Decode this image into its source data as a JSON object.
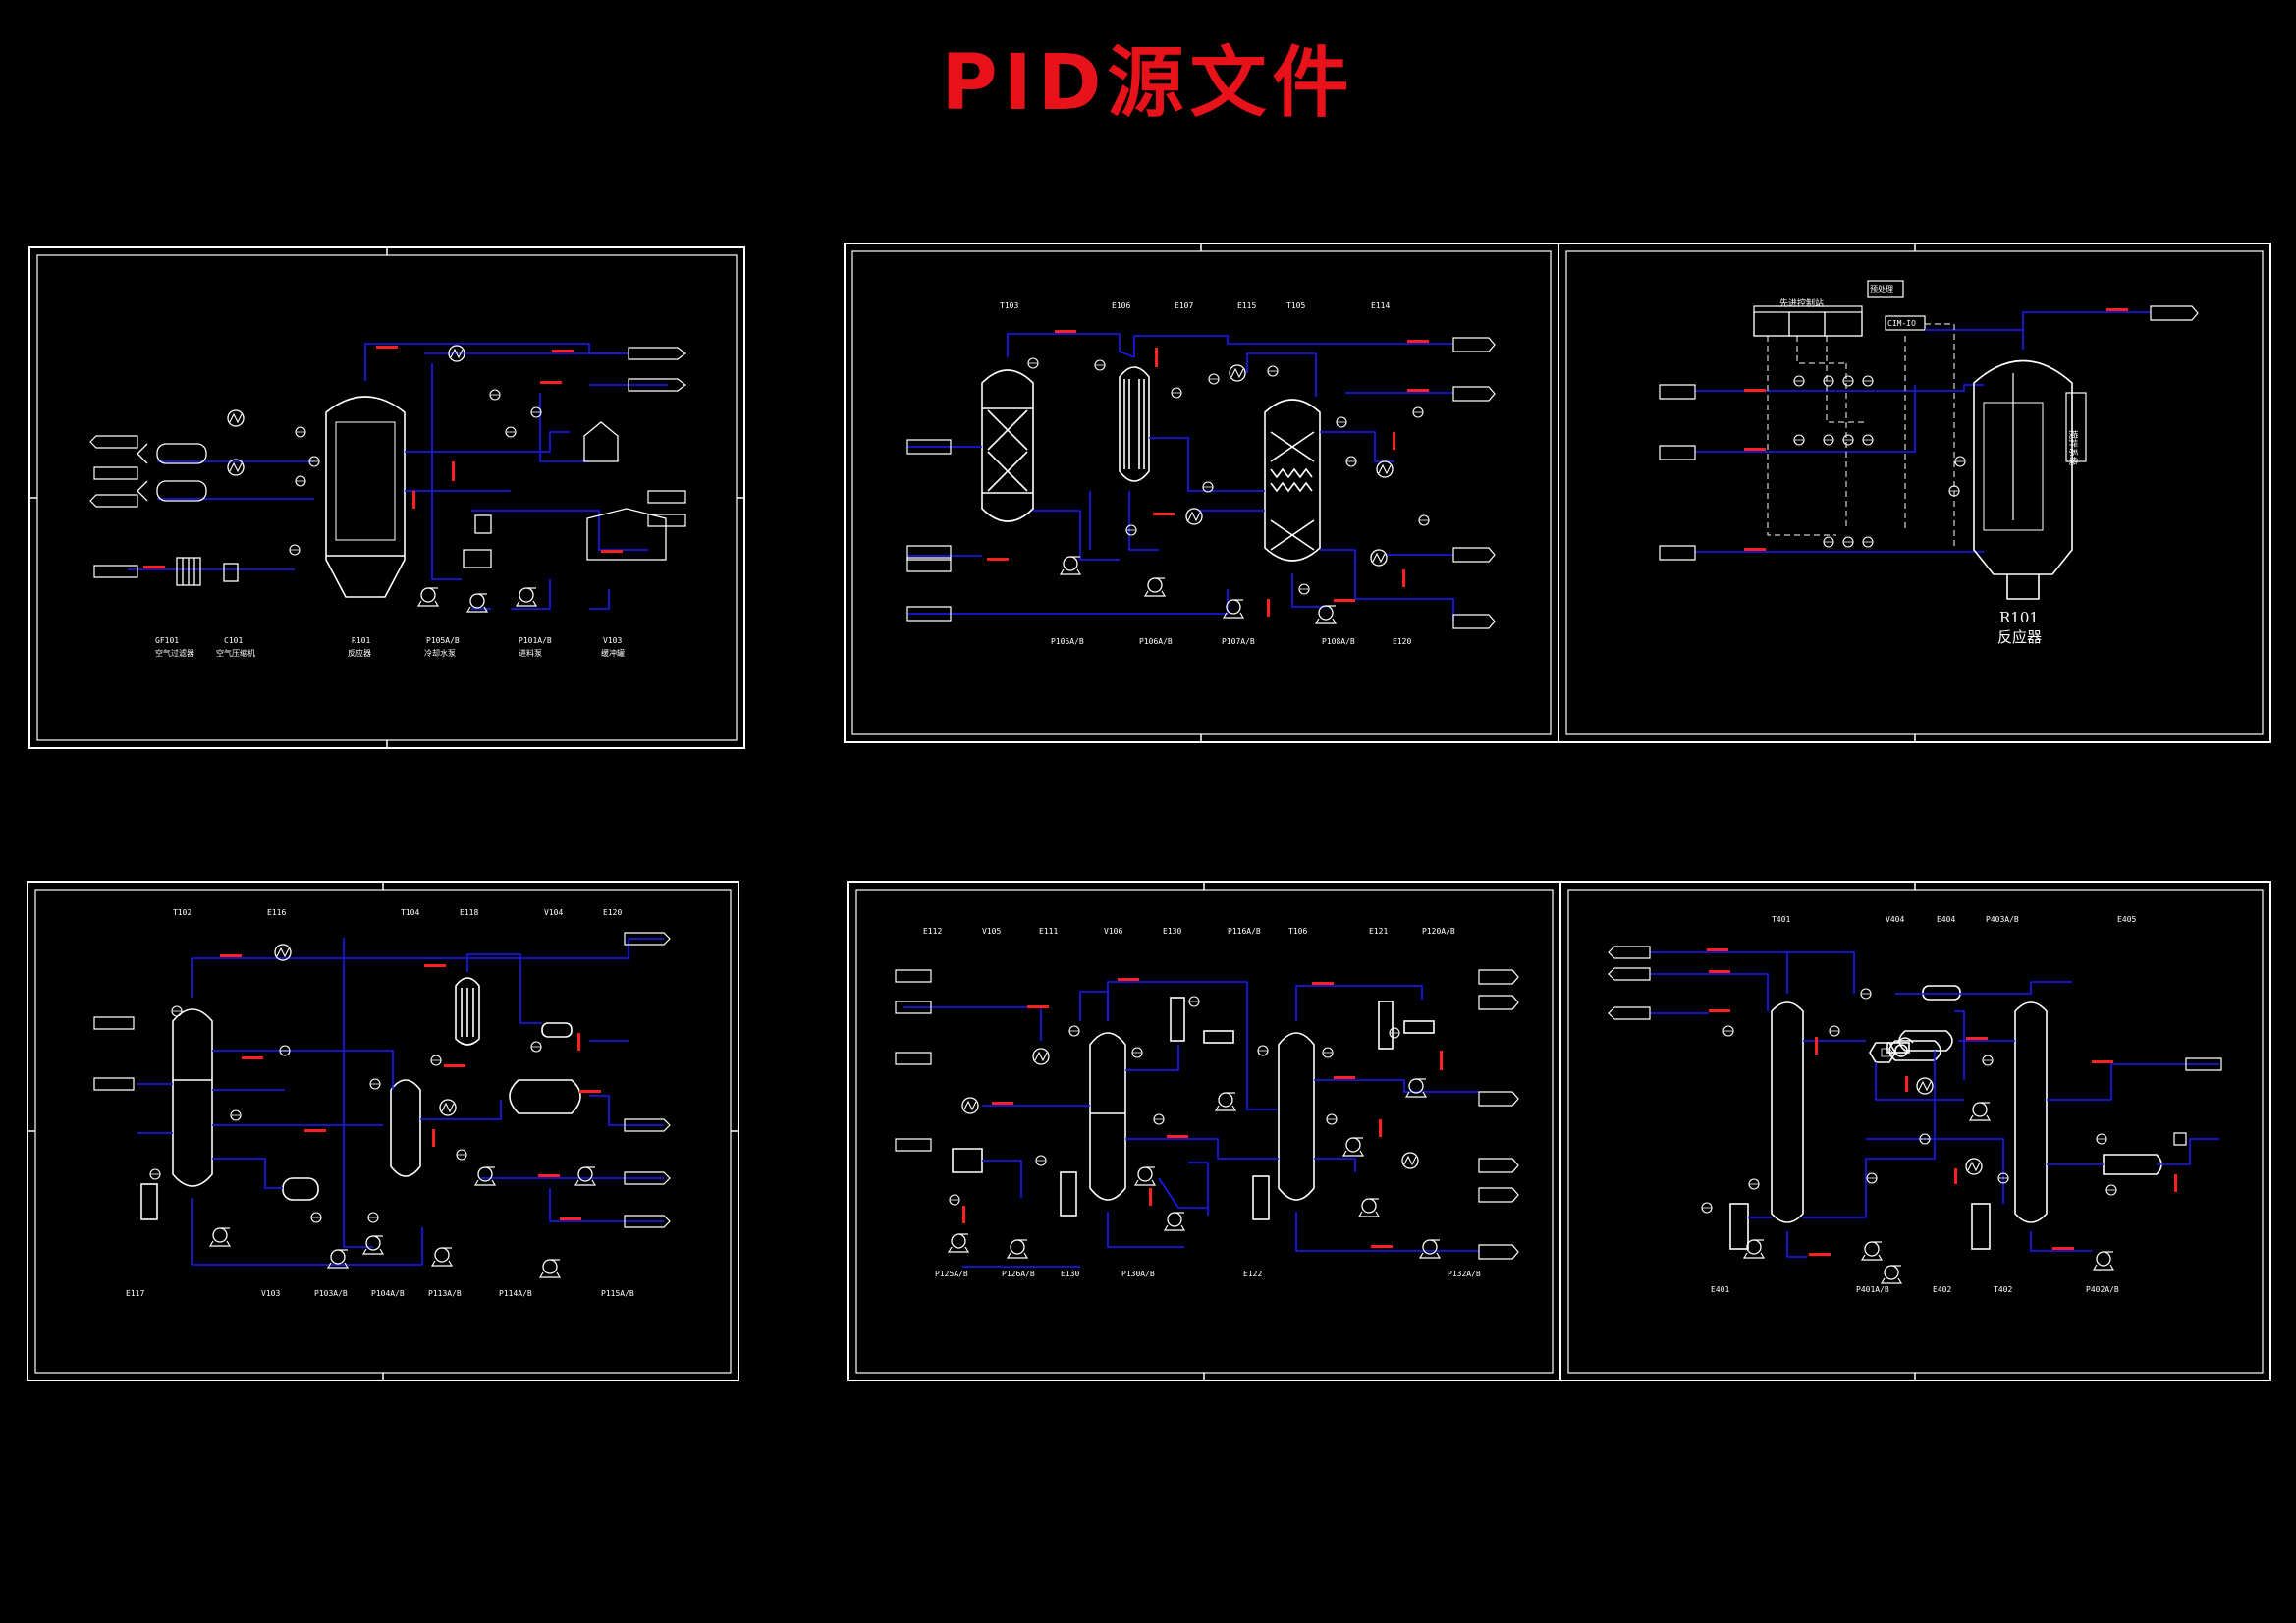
{
  "title": "PID源文件",
  "colors": {
    "background": "#000000",
    "frame": "#ffffff",
    "pipe": "#1a1aff",
    "tag": "#ff2020",
    "title": "#e8121b"
  },
  "sheet1": {
    "equipment": [
      "GF101",
      "C101",
      "R101",
      "P105A/B",
      "P101A/B",
      "V103"
    ],
    "captions": [
      "空气过滤器",
      "空气压缩机",
      "反应器",
      "冷却水泵",
      "进料泵",
      "缓冲罐"
    ]
  },
  "sheet2": {
    "equipment": [
      "T103",
      "E106",
      "E107",
      "E115",
      "T105",
      "E114"
    ],
    "captions": [
      "P105A/B",
      "P106A/B",
      "P107A/B",
      "P108A/B",
      "E120"
    ]
  },
  "sheet3": {
    "blocks": [
      "先进控制站",
      "预处理",
      "CIM-IO"
    ],
    "reactor": "R101",
    "reactor_name": "反应器",
    "system_label": "搅拌系统"
  },
  "sheet4": {
    "equipment": [
      "T102",
      "E116",
      "T104",
      "E118",
      "V104",
      "E120"
    ],
    "captions": [
      "E117",
      "V103",
      "P103A/B",
      "P104A/B",
      "P113A/B",
      "P114A/B",
      "P115A/B"
    ]
  },
  "sheet5": {
    "equipment": [
      "E112",
      "V105",
      "E111",
      "V106",
      "E130",
      "P116A/B",
      "T106",
      "E121",
      "P120A/B"
    ],
    "captions": [
      "P125A/B",
      "P126A/B",
      "E130",
      "P130A/B",
      "E122",
      "P132A/B"
    ]
  },
  "sheet6": {
    "equipment": [
      "T401",
      "V404",
      "E404",
      "P403A/B",
      "E405"
    ],
    "captions": [
      "E401",
      "P401A/B",
      "E402",
      "T402",
      "P402A/B"
    ]
  }
}
